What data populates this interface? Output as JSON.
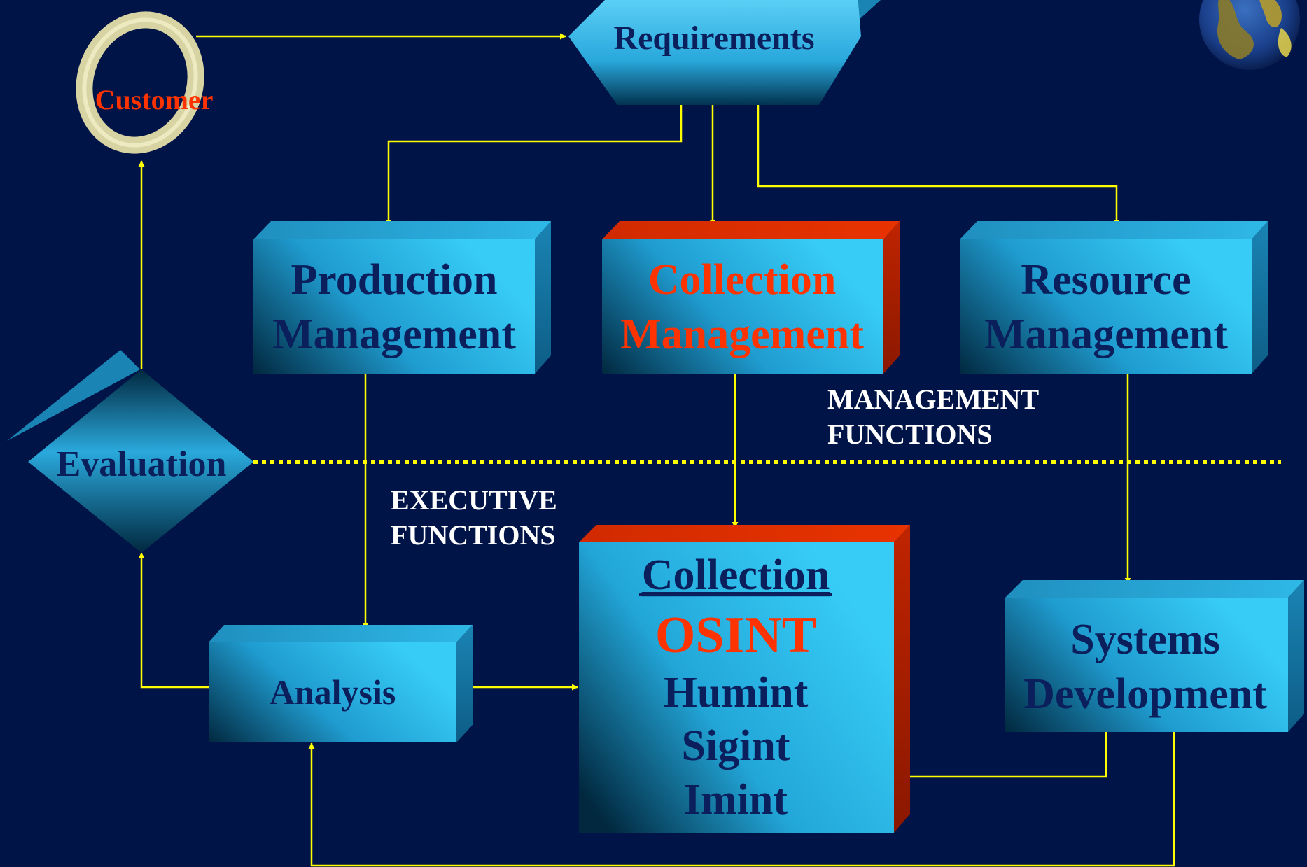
{
  "colors": {
    "background": "#001448",
    "box_light": "#35c8f4",
    "box_dark": "#012a44",
    "box_text": "#0a1f5c",
    "highlight_text": "#ff3300",
    "red_side": "#c82400",
    "connector": "#ffff00",
    "customer_ring": "#ddd8a8",
    "section_text": "#ffffff"
  },
  "nodes": {
    "customer": "Customer",
    "requirements": "Requirements",
    "production_management": [
      "Production",
      "Management"
    ],
    "collection_management": [
      "Collection",
      "Management"
    ],
    "resource_management": [
      "Resource",
      "Management"
    ],
    "evaluation": "Evaluation",
    "analysis": "Analysis",
    "collection": {
      "title": "Collection",
      "highlight": "OSINT",
      "items": [
        "Humint",
        "Sigint",
        "Imint"
      ]
    },
    "systems_development": [
      "Systems",
      "Development"
    ]
  },
  "sections": {
    "management": [
      "MANAGEMENT",
      "FUNCTIONS"
    ],
    "executive": [
      "EXECUTIVE",
      "FUNCTIONS"
    ]
  },
  "icons": {
    "globe": "globe-icon"
  }
}
